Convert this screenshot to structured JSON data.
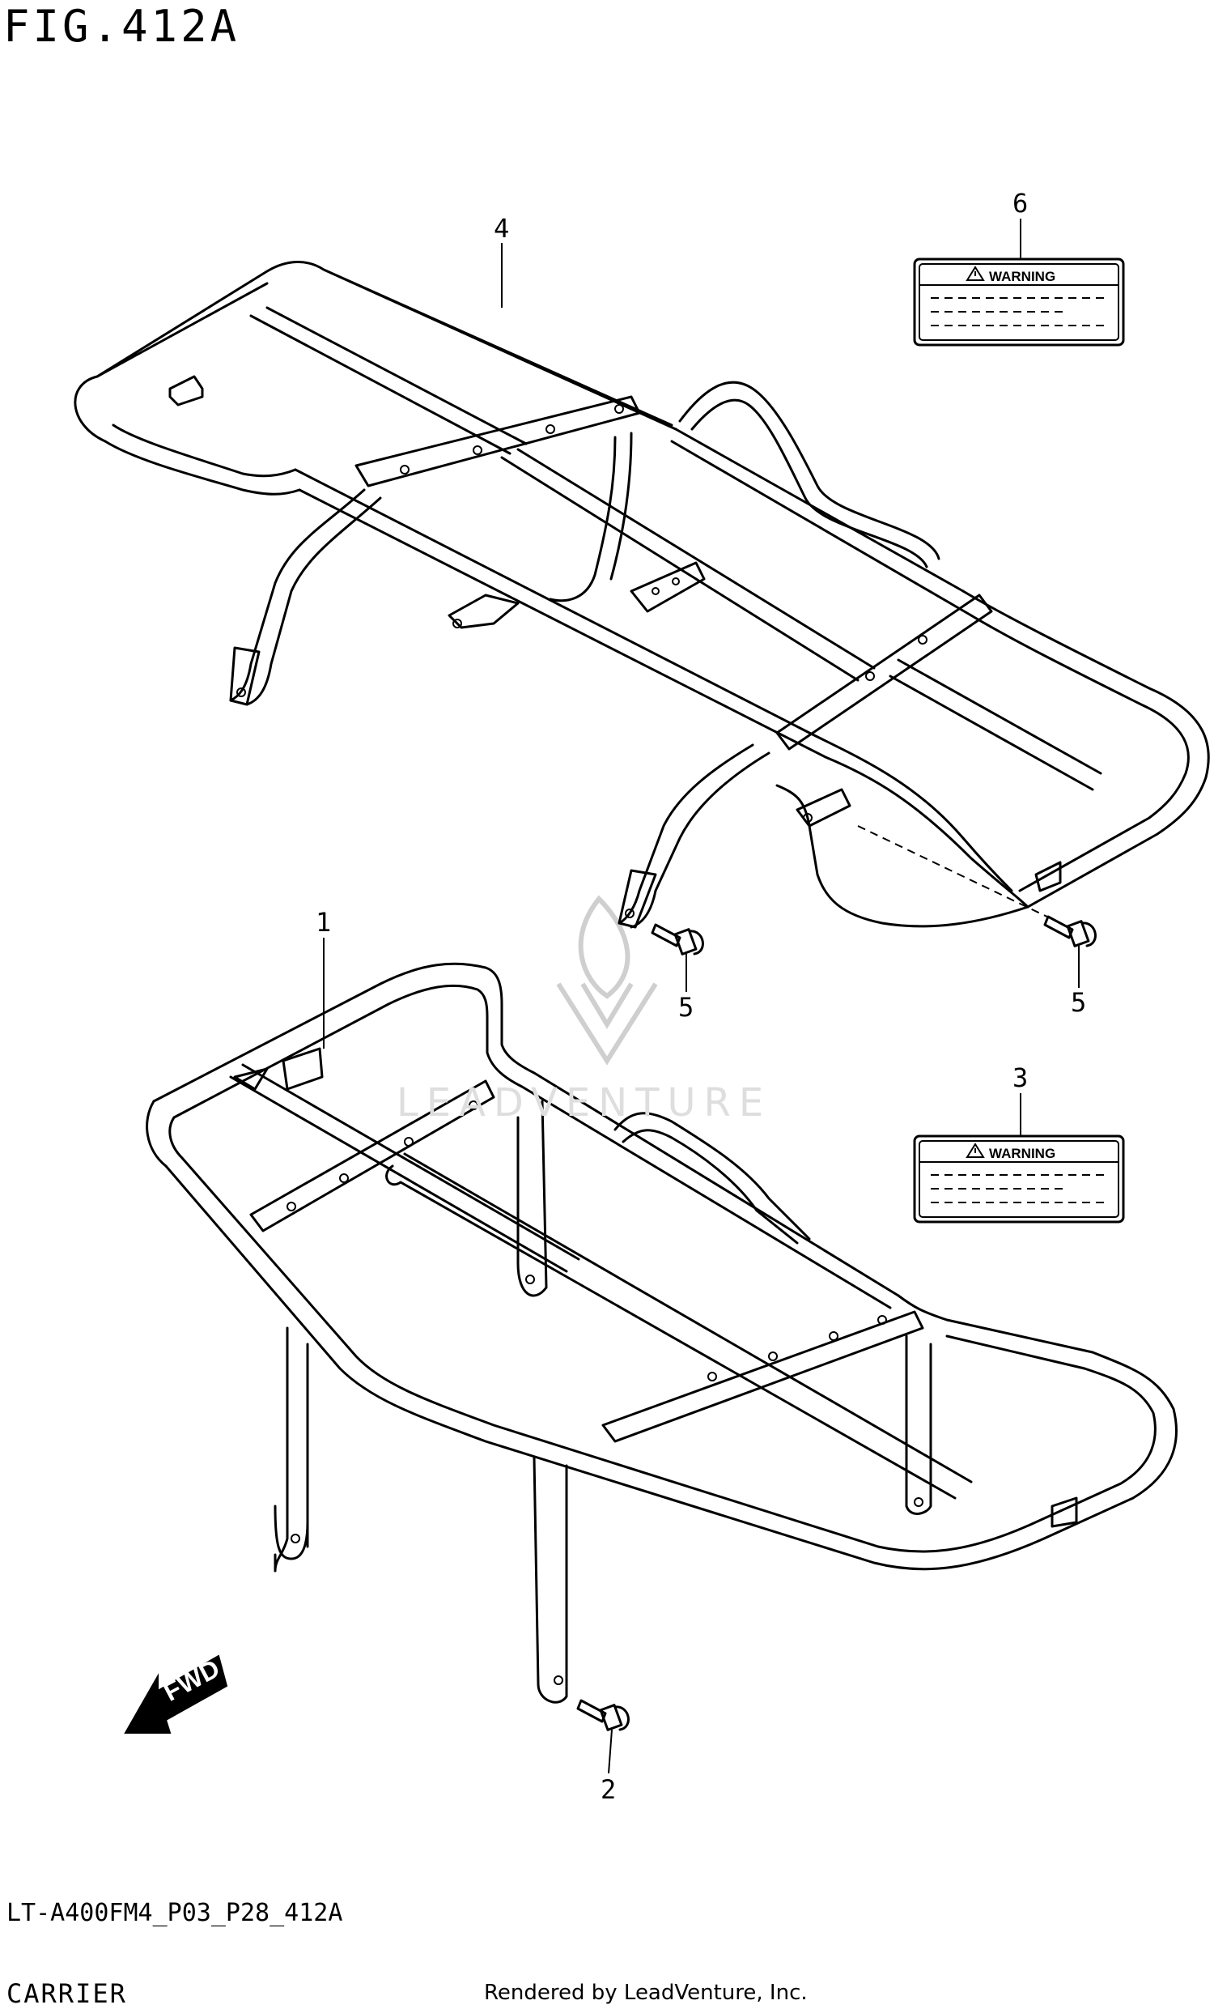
{
  "figure": {
    "title": "FIG.412A",
    "model_code": "LT-A400FM4_P03_P28_412A",
    "section": "CARRIER",
    "rendered_by": "Rendered by LeadVenture, Inc.",
    "watermark": "LEADVENTURE"
  },
  "callouts": [
    {
      "id": "1",
      "label": "1"
    },
    {
      "id": "2",
      "label": "2"
    },
    {
      "id": "3",
      "label": "3"
    },
    {
      "id": "4",
      "label": "4"
    },
    {
      "id": "5a",
      "label": "5"
    },
    {
      "id": "5b",
      "label": "5"
    },
    {
      "id": "6",
      "label": "6"
    }
  ],
  "labels": {
    "warning_top": "WARNING",
    "warning_bottom": "WARNING",
    "fwd": "FWD"
  },
  "colors": {
    "line": "#000000",
    "background": "#ffffff",
    "watermark": "#cfcfcf"
  },
  "icons": [
    "warning-triangle-icon",
    "fwd-arrow-icon",
    "leadventure-flame-icon"
  ]
}
